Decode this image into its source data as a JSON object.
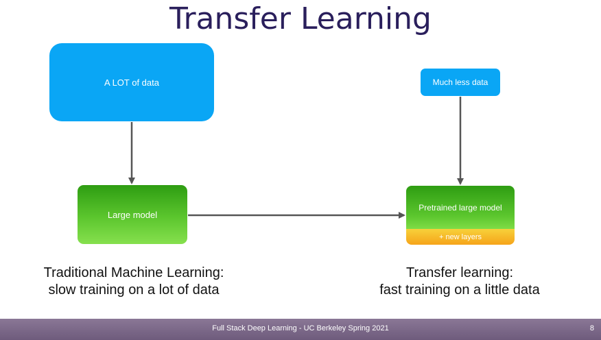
{
  "title": "Transfer Learning",
  "boxes": {
    "lot_of_data": "A LOT of data",
    "much_less_data": "Much less data",
    "large_model": "Large model",
    "pretrained_large_model": "Pretrained large model",
    "new_layers": "+ new layers"
  },
  "captions": {
    "left_line1": "Traditional Machine Learning:",
    "left_line2": "slow training on a lot of data",
    "right_line1": "Transfer learning:",
    "right_line2": "fast training on a little data"
  },
  "footer": {
    "text": "Full Stack Deep Learning - UC Berkeley Spring 2021",
    "page_number": "8"
  },
  "colors": {
    "title": "#2a1f5c",
    "data_box": "#0aa6f5",
    "model_box": "#4fb520",
    "new_layers": "#f6b51f",
    "arrow": "#555555",
    "footer": "#7d6a8a"
  }
}
